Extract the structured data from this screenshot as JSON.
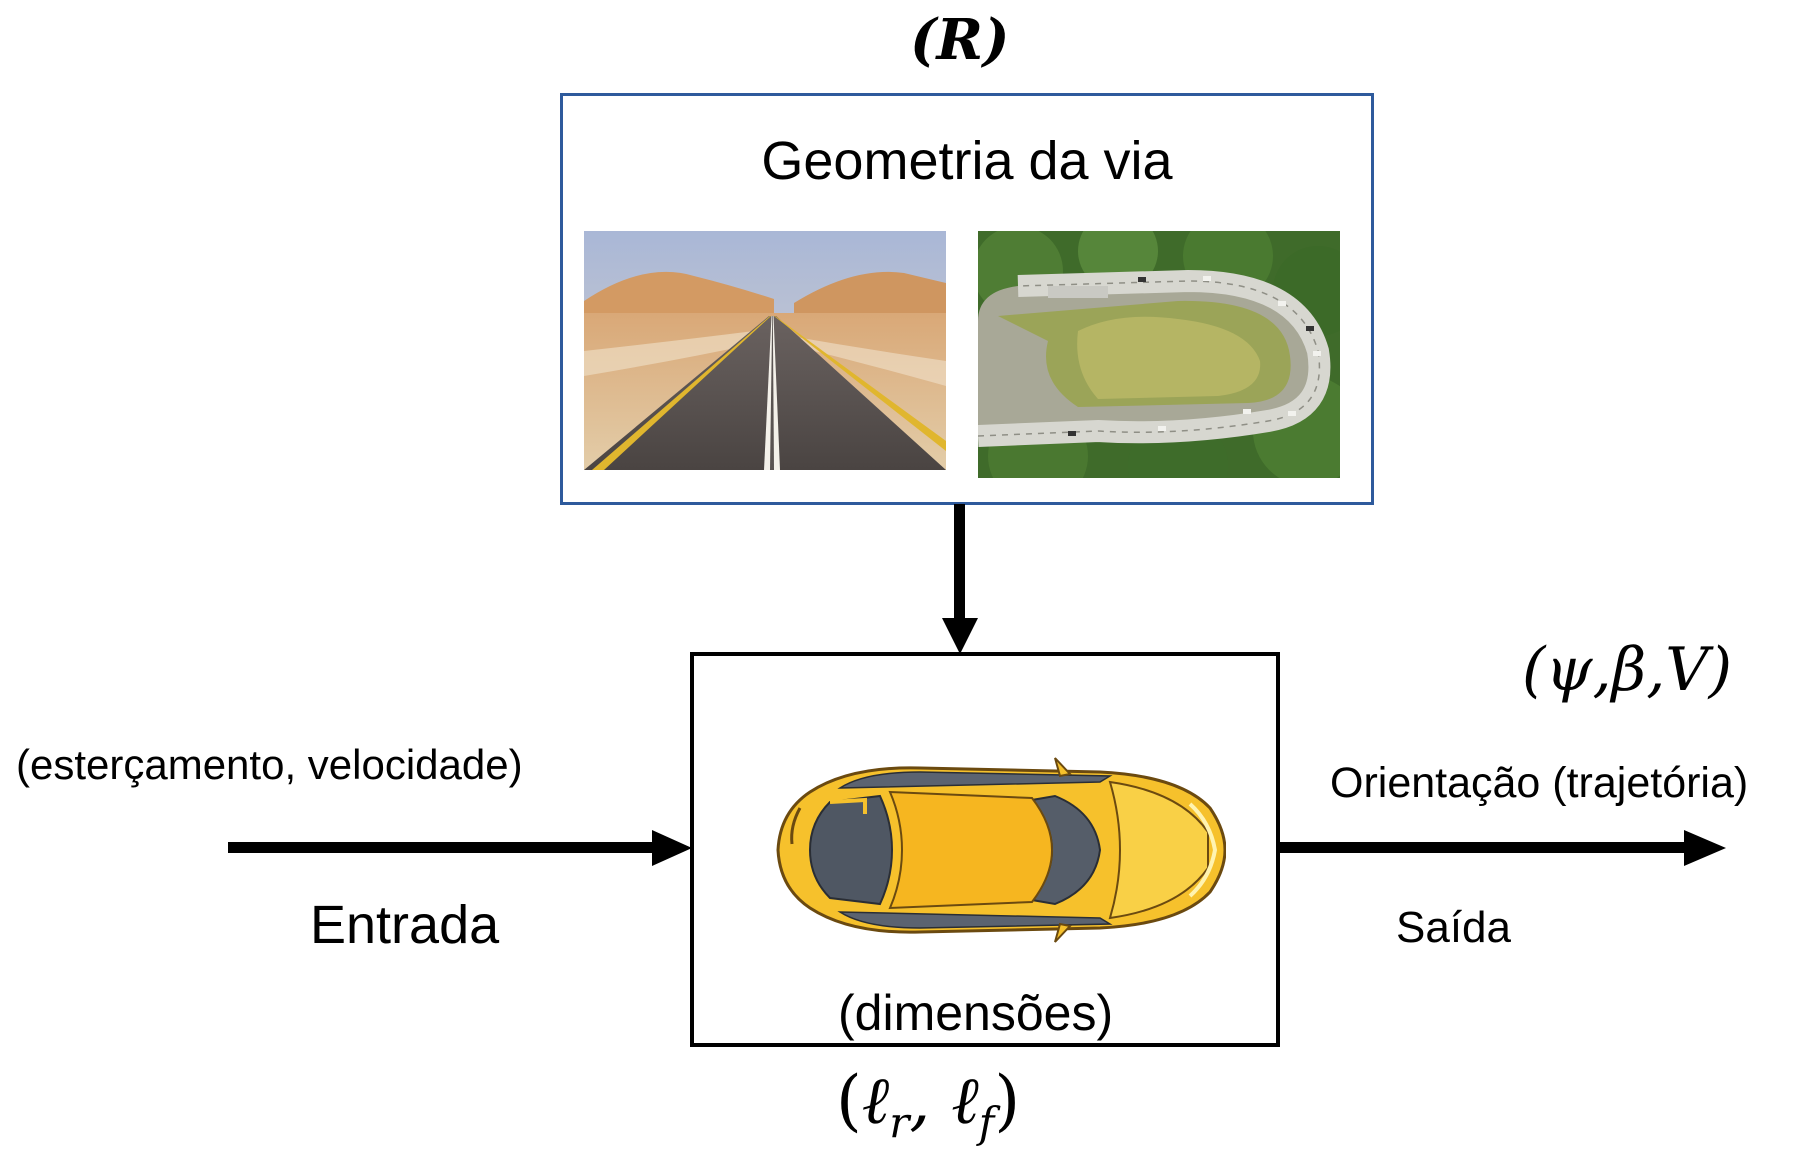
{
  "road": {
    "symbol": "(R)",
    "title": "Geometria da via"
  },
  "input": {
    "label": "(esterçamento,  velocidade)",
    "caption": "Entrada"
  },
  "output": {
    "symbol": "(ψ,β,V)",
    "label": "Orientação (trajetória)",
    "caption": "Saída"
  },
  "vehicle": {
    "label": "(dimensões)",
    "symbol_open": "(",
    "symbol_lr": "ℓ",
    "symbol_r": "r",
    "symbol_sep": ", ",
    "symbol_lf": "ℓ",
    "symbol_f": "f",
    "symbol_close": ")"
  },
  "colors": {
    "road_box_border": "#2e5a9c",
    "car_body": "#f6c12c",
    "desert_sand": "#d9b487",
    "foliage": "#3f6b2a"
  },
  "icons": [
    "straight-desert-road-photo",
    "curved-road-photo",
    "yellow-car-icon"
  ]
}
